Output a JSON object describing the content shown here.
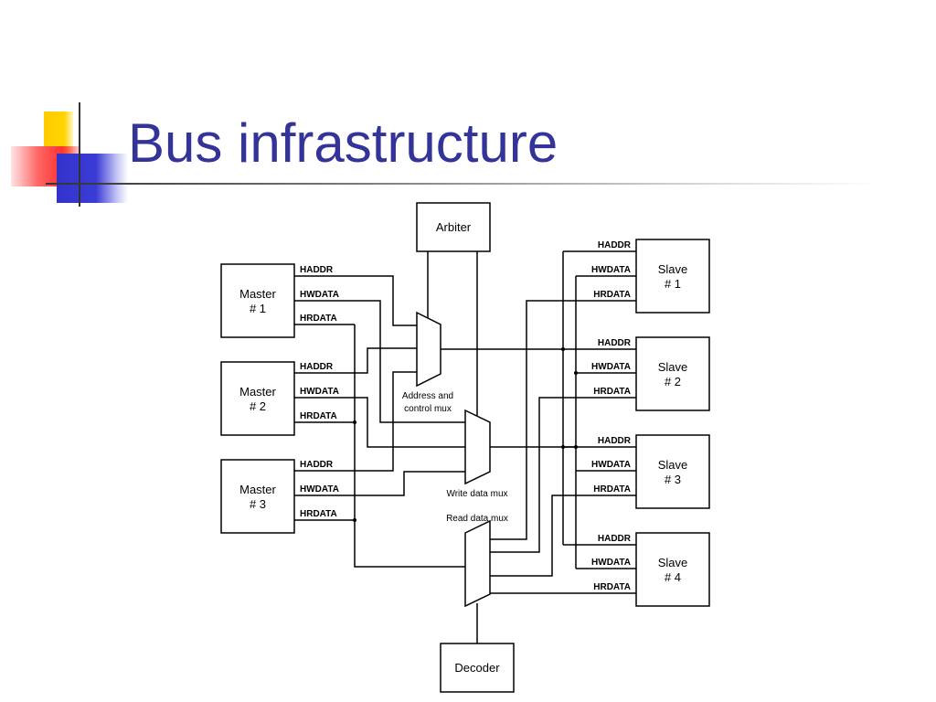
{
  "slide": {
    "title": "Bus infrastructure"
  },
  "diagram": {
    "arbiter": "Arbiter",
    "decoder": "Decoder",
    "masters": [
      {
        "line1": "Master",
        "line2": "# 1"
      },
      {
        "line1": "Master",
        "line2": "# 2"
      },
      {
        "line1": "Master",
        "line2": "# 3"
      }
    ],
    "slaves": [
      {
        "line1": "Slave",
        "line2": "# 1"
      },
      {
        "line1": "Slave",
        "line2": "# 2"
      },
      {
        "line1": "Slave",
        "line2": "# 3"
      },
      {
        "line1": "Slave",
        "line2": "# 4"
      }
    ],
    "signals": {
      "haddr": "HADDR",
      "hwdata": "HWDATA",
      "hrdata": "HRDATA"
    },
    "mux_labels": {
      "address_line1": "Address and",
      "address_line2": "control mux",
      "write": "Write data mux",
      "read": "Read data mux"
    }
  },
  "colors": {
    "title": "#333399",
    "line": "#000000",
    "accent_yellow": "#ffcc00",
    "accent_red": "#ff3333",
    "accent_blue": "#3333cc"
  }
}
